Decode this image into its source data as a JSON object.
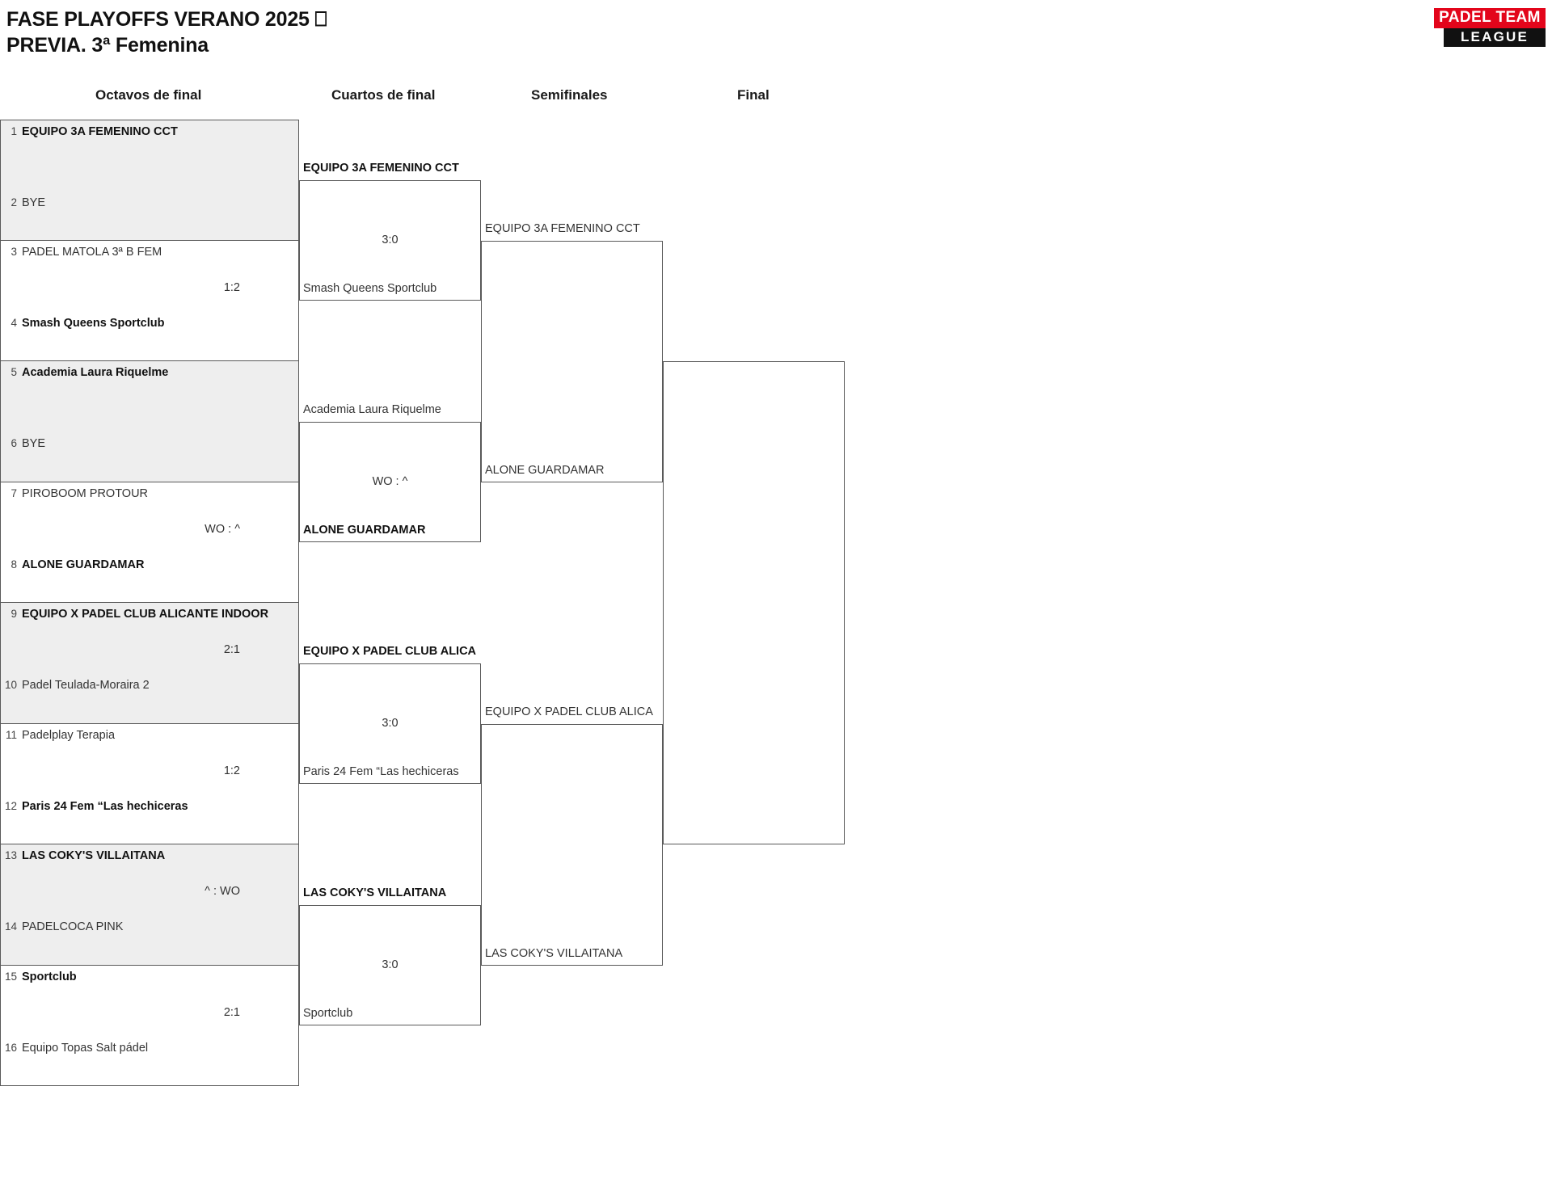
{
  "header": {
    "title": "FASE PLAYOFFS VERANO 2025 ⎕\nPREVIA. 3ª Femenina",
    "logo_top": "PADEL TEAM",
    "logo_bottom": "LEAGUE"
  },
  "rounds": [
    {
      "label": "Octavos de final"
    },
    {
      "label": "Cuartos de final"
    },
    {
      "label": "Semifinales"
    },
    {
      "label": "Final"
    }
  ],
  "colors": {
    "shade": "#eeeeee",
    "line": "#595959",
    "logo_red": "#e3051b",
    "logo_black": "#111111"
  },
  "round1": {
    "pairs": [
      {
        "shaded": true,
        "score": "",
        "top": {
          "seed": "1",
          "name": "EQUIPO 3A FEMENINO CCT",
          "winner": true
        },
        "bottom": {
          "seed": "2",
          "name": "BYE",
          "winner": false
        }
      },
      {
        "shaded": false,
        "score": "1:2",
        "top": {
          "seed": "3",
          "name": "PADEL MATOLA 3ª B FEM",
          "winner": false
        },
        "bottom": {
          "seed": "4",
          "name": "Smash Queens Sportclub",
          "winner": true
        }
      },
      {
        "shaded": true,
        "score": "",
        "top": {
          "seed": "5",
          "name": "Academia Laura Riquelme",
          "winner": true
        },
        "bottom": {
          "seed": "6",
          "name": "BYE",
          "winner": false
        }
      },
      {
        "shaded": false,
        "score": "WO : ^",
        "top": {
          "seed": "7",
          "name": "PIROBOOM PROTOUR",
          "winner": false
        },
        "bottom": {
          "seed": "8",
          "name": "ALONE GUARDAMAR",
          "winner": true
        }
      },
      {
        "shaded": true,
        "score": "2:1",
        "top": {
          "seed": "9",
          "name": "EQUIPO X PADEL CLUB ALICANTE INDOOR",
          "winner": true
        },
        "bottom": {
          "seed": "10",
          "name": "Padel Teulada-Moraira 2",
          "winner": false
        }
      },
      {
        "shaded": false,
        "score": "1:2",
        "top": {
          "seed": "11",
          "name": "Padelplay Terapia",
          "winner": false
        },
        "bottom": {
          "seed": "12",
          "name": "Paris 24 Fem “Las hechiceras",
          "winner": true
        }
      },
      {
        "shaded": true,
        "score": "^ : WO",
        "top": {
          "seed": "13",
          "name": "LAS COKY'S VILLAITANA",
          "winner": true
        },
        "bottom": {
          "seed": "14",
          "name": "PADELCOCA PINK",
          "winner": false
        }
      },
      {
        "shaded": false,
        "score": "2:1",
        "top": {
          "seed": "15",
          "name": "Sportclub",
          "winner": true
        },
        "bottom": {
          "seed": "16",
          "name": "Equipo Topas Salt pádel",
          "winner": false
        }
      }
    ]
  },
  "round2": {
    "matches": [
      {
        "score": "3:0",
        "top": {
          "name": "EQUIPO 3A FEMENINO CCT",
          "winner": true
        },
        "bottom": {
          "name": "Smash Queens Sportclub",
          "winner": false
        }
      },
      {
        "score": "WO : ^",
        "top": {
          "name": "Academia Laura Riquelme",
          "winner": false
        },
        "bottom": {
          "name": "ALONE GUARDAMAR",
          "winner": true
        }
      },
      {
        "score": "3:0",
        "top": {
          "name": "EQUIPO X PADEL CLUB ALICA",
          "winner": true
        },
        "bottom": {
          "name": "Paris 24 Fem “Las hechiceras",
          "winner": false
        }
      },
      {
        "score": "3:0",
        "top": {
          "name": "LAS COKY'S VILLAITANA",
          "winner": true
        },
        "bottom": {
          "name": "Sportclub",
          "winner": false
        }
      }
    ]
  },
  "round3": {
    "matches": [
      {
        "score": "",
        "top": {
          "name": "EQUIPO 3A FEMENINO CCT",
          "winner": false
        },
        "bottom": {
          "name": "ALONE GUARDAMAR",
          "winner": false
        }
      },
      {
        "score": "",
        "top": {
          "name": "EQUIPO X PADEL CLUB ALICA",
          "winner": false
        },
        "bottom": {
          "name": "LAS COKY'S VILLAITANA",
          "winner": false
        }
      }
    ]
  },
  "round4": {
    "matches": [
      {
        "score": "",
        "top": {
          "name": "",
          "winner": false
        },
        "bottom": {
          "name": "",
          "winner": false
        }
      }
    ]
  }
}
